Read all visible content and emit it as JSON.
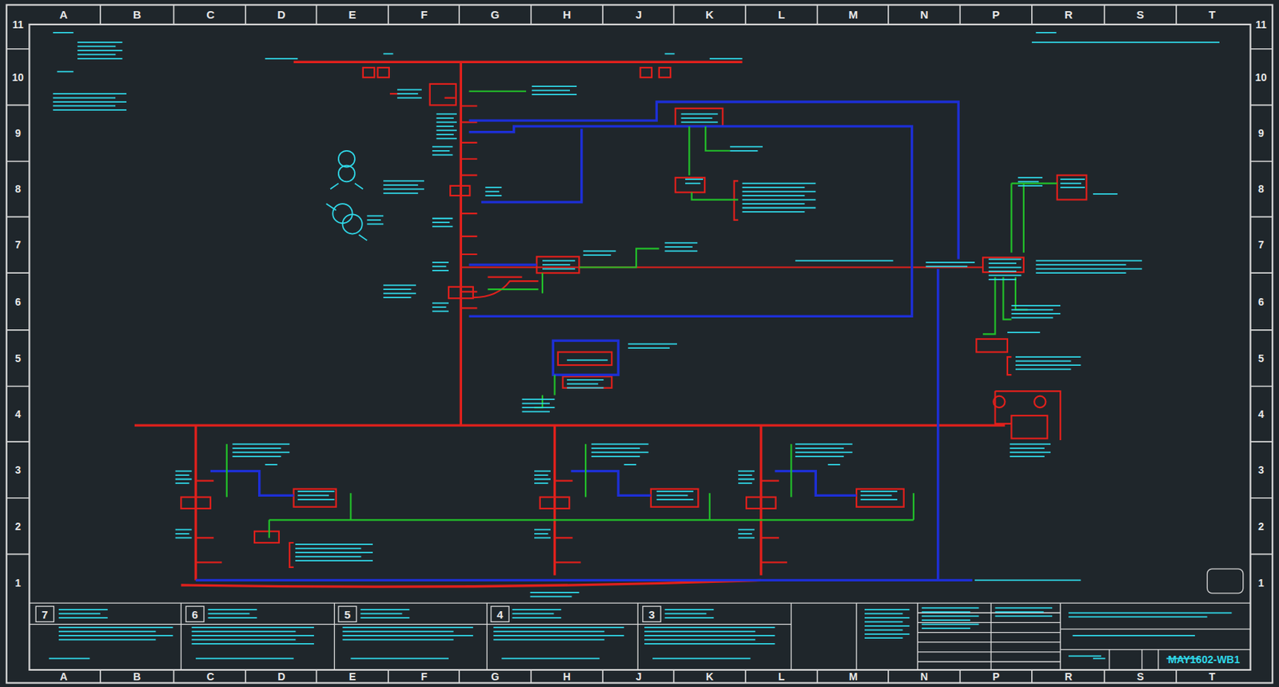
{
  "diagram": {
    "labels": [
      "A",
      "B",
      "C",
      "D",
      "E",
      "F",
      "G",
      "H",
      "J",
      "K",
      "L",
      "M",
      "N",
      "P",
      "R",
      "S",
      "T",
      "A",
      "B",
      "C",
      "D",
      "E",
      "F",
      "G",
      "H",
      "J",
      "K",
      "L",
      "M",
      "N",
      "P",
      "R",
      "S",
      "T",
      "11",
      "10",
      "9",
      "8",
      "7",
      "6",
      "5",
      "4",
      "3",
      "2",
      "1",
      "11",
      "10",
      "9",
      "8",
      "7",
      "6",
      "5",
      "4",
      "3",
      "2",
      "1",
      "7",
      "6",
      "5",
      "4",
      "3",
      "MAY1602-WB1"
    ]
  }
}
